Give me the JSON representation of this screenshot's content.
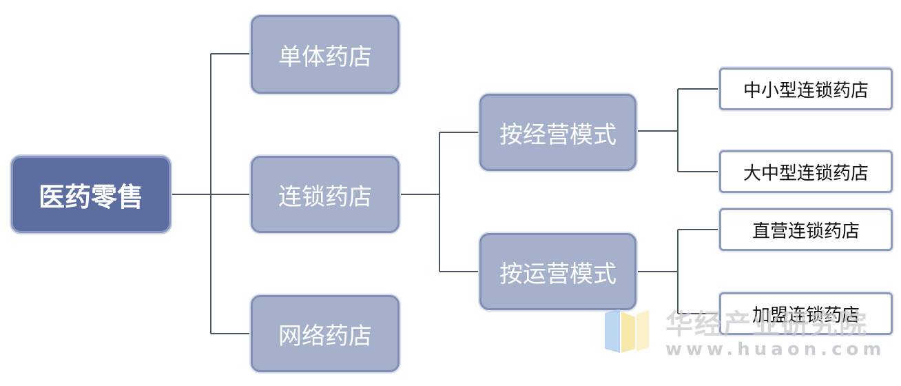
{
  "diagram": {
    "root": "医药零售",
    "level1": {
      "single": "单体药店",
      "chain": "连锁药店",
      "online": "网络药店"
    },
    "level2": {
      "by_management": "按经营模式",
      "by_operation": "按运营模式"
    },
    "level3": {
      "small_medium": "中小型连锁药店",
      "large_medium": "大中型连锁药店",
      "direct": "直营连锁药店",
      "franchise": "加盟连锁药店"
    },
    "colors": {
      "root_fill": "#5b6e9f",
      "mid_fill": "#a5b1cb",
      "leaf_fill": "#ffffff",
      "connector": "#4a5560"
    }
  },
  "watermark": {
    "name": "华经产业研究院",
    "url": "www.huaon.com",
    "logo_icon": "huaon-logo-icon"
  }
}
